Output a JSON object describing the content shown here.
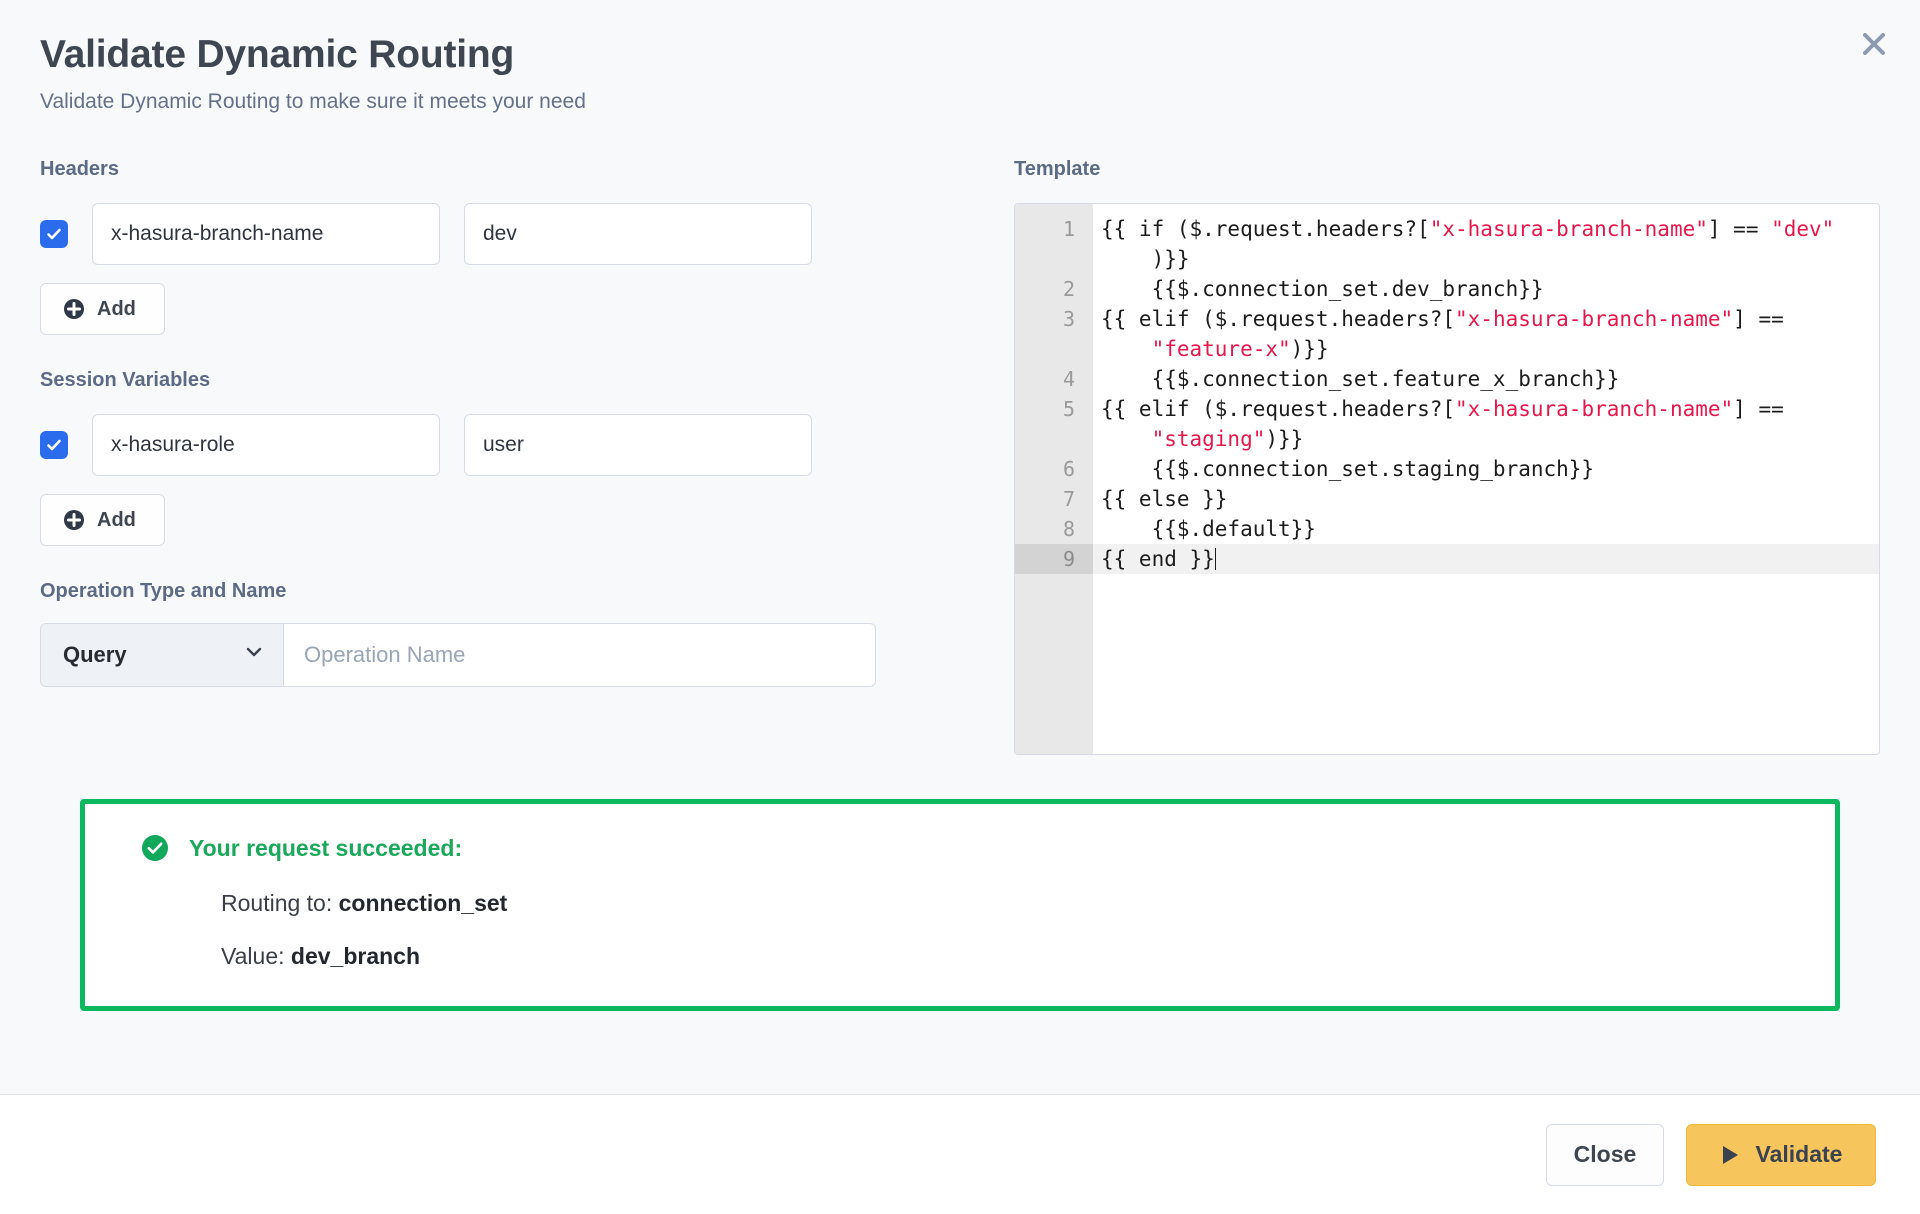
{
  "dialog": {
    "title": "Validate Dynamic Routing",
    "subtitle": "Validate Dynamic Routing to make sure it meets your need",
    "close_icon": "close-icon"
  },
  "headers": {
    "label": "Headers",
    "rows": [
      {
        "enabled": true,
        "key": "x-hasura-branch-name",
        "value": "dev"
      }
    ],
    "add_label": "Add"
  },
  "session_variables": {
    "label": "Session Variables",
    "rows": [
      {
        "enabled": true,
        "key": "x-hasura-role",
        "value": "user"
      }
    ],
    "add_label": "Add"
  },
  "operation": {
    "label": "Operation Type and Name",
    "type_selected": "Query",
    "name_placeholder": "Operation Name",
    "name_value": ""
  },
  "template": {
    "label": "Template",
    "active_line": 9,
    "lines": [
      {
        "number": "1",
        "segments": [
          {
            "t": "{{ if ($.request.headers?[",
            "c": "plain"
          },
          {
            "t": "\"x-hasura-branch-name\"",
            "c": "str"
          },
          {
            "t": "] == ",
            "c": "plain"
          },
          {
            "t": "\"dev\"",
            "c": "str"
          }
        ]
      },
      {
        "number": "",
        "segments": [
          {
            "t": "    )}}",
            "c": "plain"
          }
        ]
      },
      {
        "number": "2",
        "segments": [
          {
            "t": "    {{$.connection_set.dev_branch}}",
            "c": "plain"
          }
        ]
      },
      {
        "number": "3",
        "segments": [
          {
            "t": "{{ elif ($.request.headers?[",
            "c": "plain"
          },
          {
            "t": "\"x-hasura-branch-name\"",
            "c": "str"
          },
          {
            "t": "] ==",
            "c": "plain"
          }
        ]
      },
      {
        "number": "",
        "segments": [
          {
            "t": "    ",
            "c": "plain"
          },
          {
            "t": "\"feature-x\"",
            "c": "str"
          },
          {
            "t": ")}}",
            "c": "plain"
          }
        ]
      },
      {
        "number": "4",
        "segments": [
          {
            "t": "    {{$.connection_set.feature_x_branch}}",
            "c": "plain"
          }
        ]
      },
      {
        "number": "5",
        "segments": [
          {
            "t": "{{ elif ($.request.headers?[",
            "c": "plain"
          },
          {
            "t": "\"x-hasura-branch-name\"",
            "c": "str"
          },
          {
            "t": "] ==",
            "c": "plain"
          }
        ]
      },
      {
        "number": "",
        "segments": [
          {
            "t": "    ",
            "c": "plain"
          },
          {
            "t": "\"staging\"",
            "c": "str"
          },
          {
            "t": ")}}",
            "c": "plain"
          }
        ]
      },
      {
        "number": "6",
        "segments": [
          {
            "t": "    {{$.connection_set.staging_branch}}",
            "c": "plain"
          }
        ]
      },
      {
        "number": "7",
        "segments": [
          {
            "t": "{{ else }}",
            "c": "plain"
          }
        ]
      },
      {
        "number": "8",
        "segments": [
          {
            "t": "    {{$.default}}",
            "c": "plain"
          }
        ]
      },
      {
        "number": "9",
        "active": true,
        "caret": true,
        "segments": [
          {
            "t": "{{ end }}",
            "c": "plain"
          }
        ]
      }
    ]
  },
  "result": {
    "status": "success",
    "heading": "Your request succeeded:",
    "routing_to_label": "Routing to:",
    "routing_to_value": "connection_set",
    "value_label": "Value:",
    "value_value": "dev_branch",
    "accent_color": "#0cb85e",
    "check_icon": "check-circle-icon"
  },
  "footer": {
    "close_label": "Close",
    "validate_label": "Validate",
    "validate_icon": "play-icon",
    "validate_color": "#f6c65c"
  }
}
